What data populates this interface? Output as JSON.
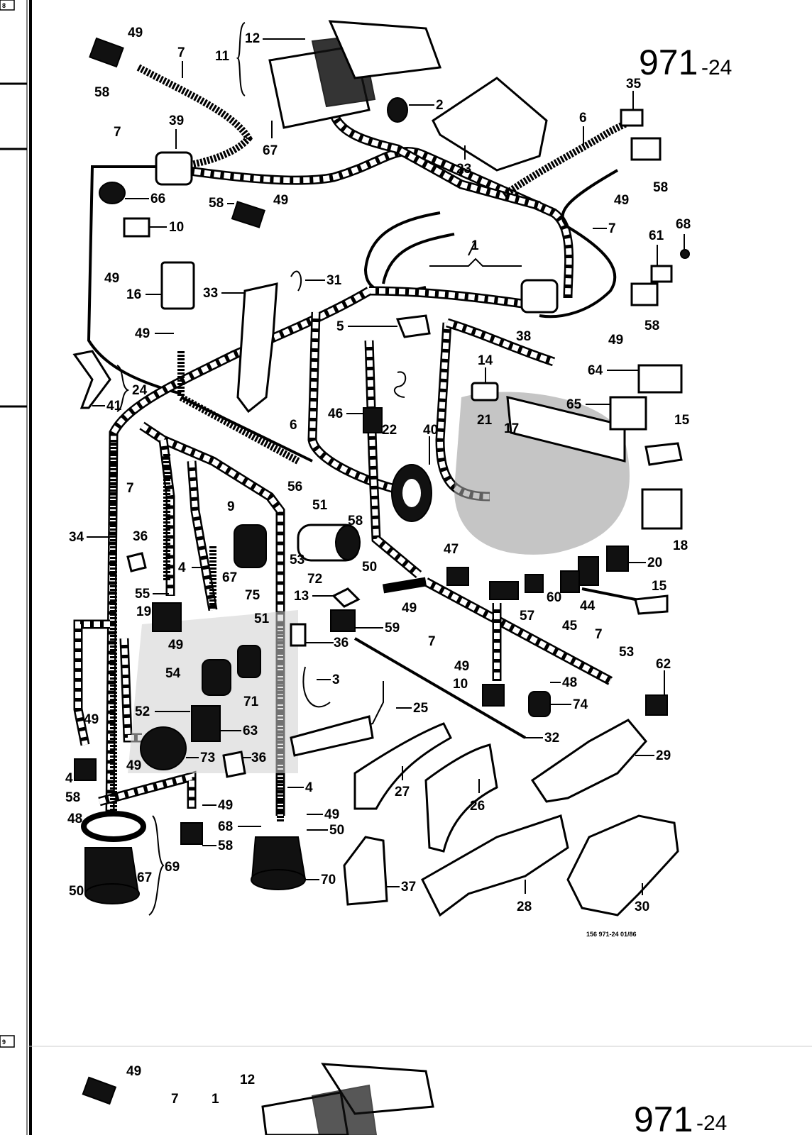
{
  "page": {
    "page_number": "971-24",
    "page_number_main": "971",
    "page_number_suffix": "-24",
    "footer_code": "156   971-24   01/86",
    "edge_tab_top": "8",
    "edge_tab_bottom": "9",
    "next_page_number_main": "971",
    "next_page_number_suffix": "-24"
  },
  "callouts": [
    "1",
    "2",
    "3",
    "4",
    "5",
    "6",
    "7",
    "9",
    "10",
    "11",
    "12",
    "13",
    "14",
    "15",
    "16",
    "17",
    "18",
    "19",
    "20",
    "21",
    "22",
    "23",
    "24",
    "25",
    "26",
    "27",
    "28",
    "29",
    "30",
    "31",
    "32",
    "33",
    "34",
    "35",
    "36",
    "37",
    "38",
    "39",
    "40",
    "41",
    "44",
    "45",
    "46",
    "47",
    "48",
    "49",
    "50",
    "51",
    "52",
    "53",
    "54",
    "55",
    "56",
    "57",
    "58",
    "59",
    "60",
    "61",
    "62",
    "63",
    "64",
    "65",
    "66",
    "67",
    "68",
    "69",
    "70",
    "71",
    "72",
    "73",
    "74",
    "75"
  ],
  "next_page_callouts": [
    "49",
    "7",
    "12",
    "1"
  ]
}
